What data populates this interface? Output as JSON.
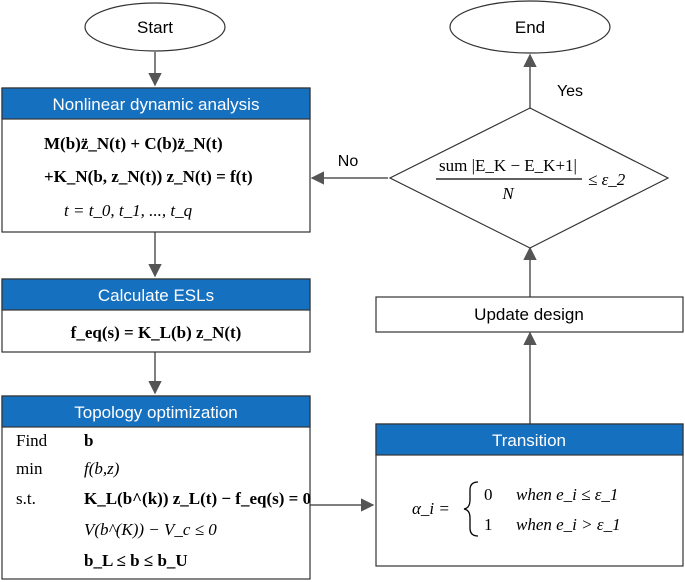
{
  "colors": {
    "header_fill": "#1570c0",
    "header_text": "#ffffff",
    "stroke": "#333333",
    "arrow": "#555555"
  },
  "start": {
    "label": "Start"
  },
  "end": {
    "label": "End"
  },
  "nonlinear": {
    "title": "Nonlinear dynamic analysis",
    "eq1": "M(b)z̈_N(t) + C(b)z̈_N(t)",
    "eq2": "+K_N(b, z_N(t)) z_N(t) = f(t)",
    "eq3": "t = t_0, t_1, ..., t_q"
  },
  "esl": {
    "title": "Calculate ESLs",
    "eq": "f_eq(s) = K_L(b) z_N(t)"
  },
  "topology": {
    "title": "Topology optimization",
    "find_label": "Find",
    "find_var": "b",
    "min_label": "min",
    "min_expr": "f(b,z)",
    "st_label": "s.t.",
    "con1": "K_L(b^(k)) z_L(t) − f_eq(s) = 0",
    "con2": "V(b^(K)) − V_c ≤ 0",
    "con3": "b_L ≤ b ≤ b_U"
  },
  "transition": {
    "title": "Transition",
    "lhs": "α_i =",
    "case1_val": "0",
    "case1_cond": "when e_i ≤ ε_1",
    "case2_val": "1",
    "case2_cond": "when e_i > ε_1"
  },
  "update": {
    "label": "Update design"
  },
  "decision": {
    "numerator": "sum |E_K − E_K+1|",
    "denominator": "N",
    "relation": "≤ ε_2"
  },
  "edges": {
    "no_label": "No",
    "yes_label": "Yes"
  }
}
